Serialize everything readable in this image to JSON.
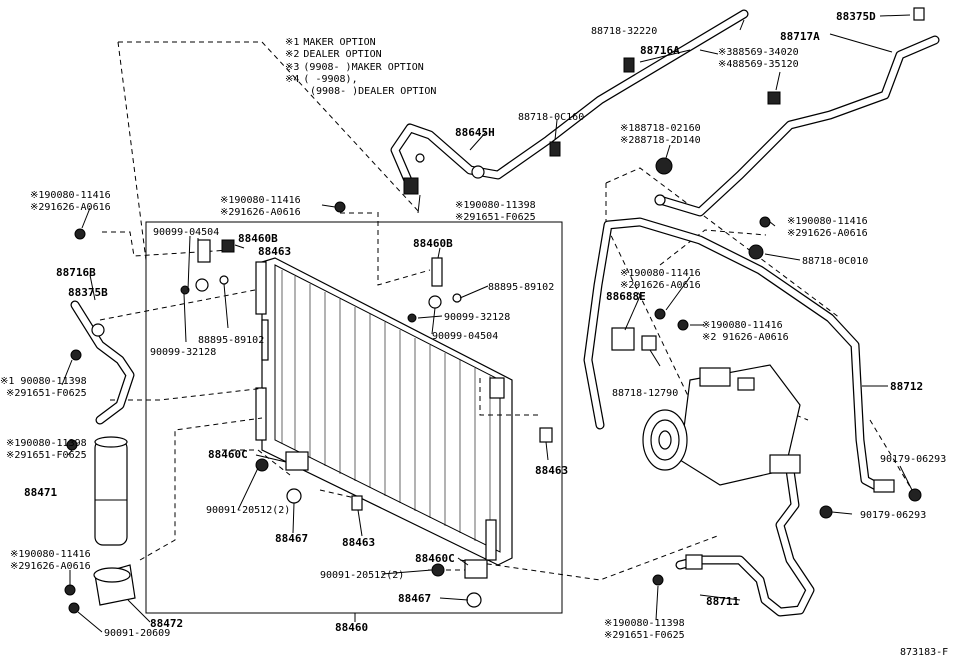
{
  "diagram": {
    "figure_code": "873183-F",
    "notes": [
      {
        "mark": "※1",
        "text": "MAKER OPTION"
      },
      {
        "mark": "※2",
        "text": "DEALER OPTION"
      },
      {
        "mark": "※3",
        "text": "(9908-     )MAKER OPTION"
      },
      {
        "mark": "※4",
        "text": "(     -9908),"
      },
      {
        "mark": "",
        "text": "(9908-     )DEALER OPTION"
      }
    ],
    "labels": {
      "p88718_32220": "88718-32220",
      "p88716A": "88716A",
      "p88717A": "88717A",
      "p88375D": "88375D",
      "p388569": "※388569-34020",
      "p488569": "※488569-35120",
      "p88718_0C160": "88718-0C160",
      "p88645H": "88645H",
      "p188718": "※188718-02160",
      "p288718": "※288718-2D140",
      "p190080_a": "※190080-11416",
      "p291626_a": "※291626-A0616",
      "p190080_b": "※190080-11416",
      "p291626_b": "※291626-A0616",
      "p190080_c": "※190080-11398",
      "p291651_c": "※291651-F0625",
      "p90099_04504_a": "90099-04504",
      "p88460B_a": "88460B",
      "p88463_a": "88463",
      "p88460B_b": "88460B",
      "p190080_d": "※190080-11416",
      "p291626_d": "※291626-A0616",
      "p88718_0C010": "88718-0C010",
      "p88716B": "88716B",
      "p88375B": "88375B",
      "p88895_89102_a": "88895-89102",
      "p90099_32128_a": "90099-32128",
      "p90099_04504_b": "90099-04504",
      "p190080_e": "※190080-11416",
      "p291626_e": "※291626-A0616",
      "p88688E": "88688E",
      "p190080_f": "※190080-11416",
      "p291626_f": "※2 91626-A0616",
      "p88895_89102_b": "88895-89102",
      "p90099_32128_b": "90099-32128",
      "p190080_g": "※1 90080-11398",
      "p291651_g": "※291651-F0625",
      "p88718_12790": "88718-12790",
      "p88712": "88712",
      "p190080_h": "※190080-11398",
      "p291651_h": "※291651-F0625",
      "p88463_b": "88463",
      "p88460C_a": "88460C",
      "p90179_06293_a": "90179-06293",
      "p88471": "88471",
      "p90091_20512_a": "90091-20512(2)",
      "p90179_06293_b": "90179-06293",
      "p88467_a": "88467",
      "p88463_c": "88463",
      "p190080_i": "※190080-11416",
      "p291626_i": "※291626-A0616",
      "p88460C_b": "88460C",
      "p90091_20512_b": "90091-20512(2)",
      "p88711": "88711",
      "p88467_b": "88467",
      "p88472": "88472",
      "p90091_20609": "90091-20609",
      "p88460": "88460",
      "p190080_j": "※190080-11398",
      "p291651_j": "※291651-F0625"
    }
  }
}
